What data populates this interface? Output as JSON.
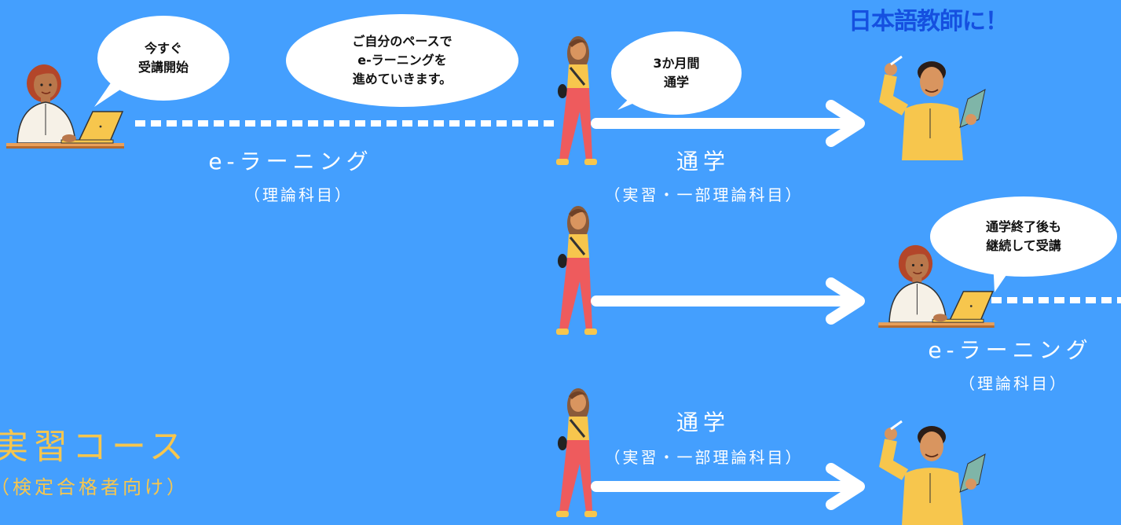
{
  "header": {
    "goal_text": "日本語教師に！"
  },
  "bubbles": {
    "start_now": "今すぐ\n受講開始",
    "own_pace": "ご自分のペースで\ne-ラーニングを\n進めていきます。",
    "three_months": "3か月間\n通学",
    "continue_after": "通学終了後も\n継続して受講"
  },
  "labels": {
    "elearning_1": "e-ラーニング",
    "elearning_1_sub": "（理論科目）",
    "commute_1": "通学",
    "commute_1_sub": "（実習・一部理論科目）",
    "elearning_2": "e-ラーニング",
    "elearning_2_sub": "（理論科目）",
    "commute_2": "通学",
    "commute_2_sub": "（実習・一部理論科目）"
  },
  "course": {
    "name": "実習コース",
    "note": "（検定合格者向け）"
  },
  "colors": {
    "background": "#449ffe",
    "goal_text": "#1550e0",
    "course_text": "#f7c64d",
    "arrow": "#ffffff"
  }
}
